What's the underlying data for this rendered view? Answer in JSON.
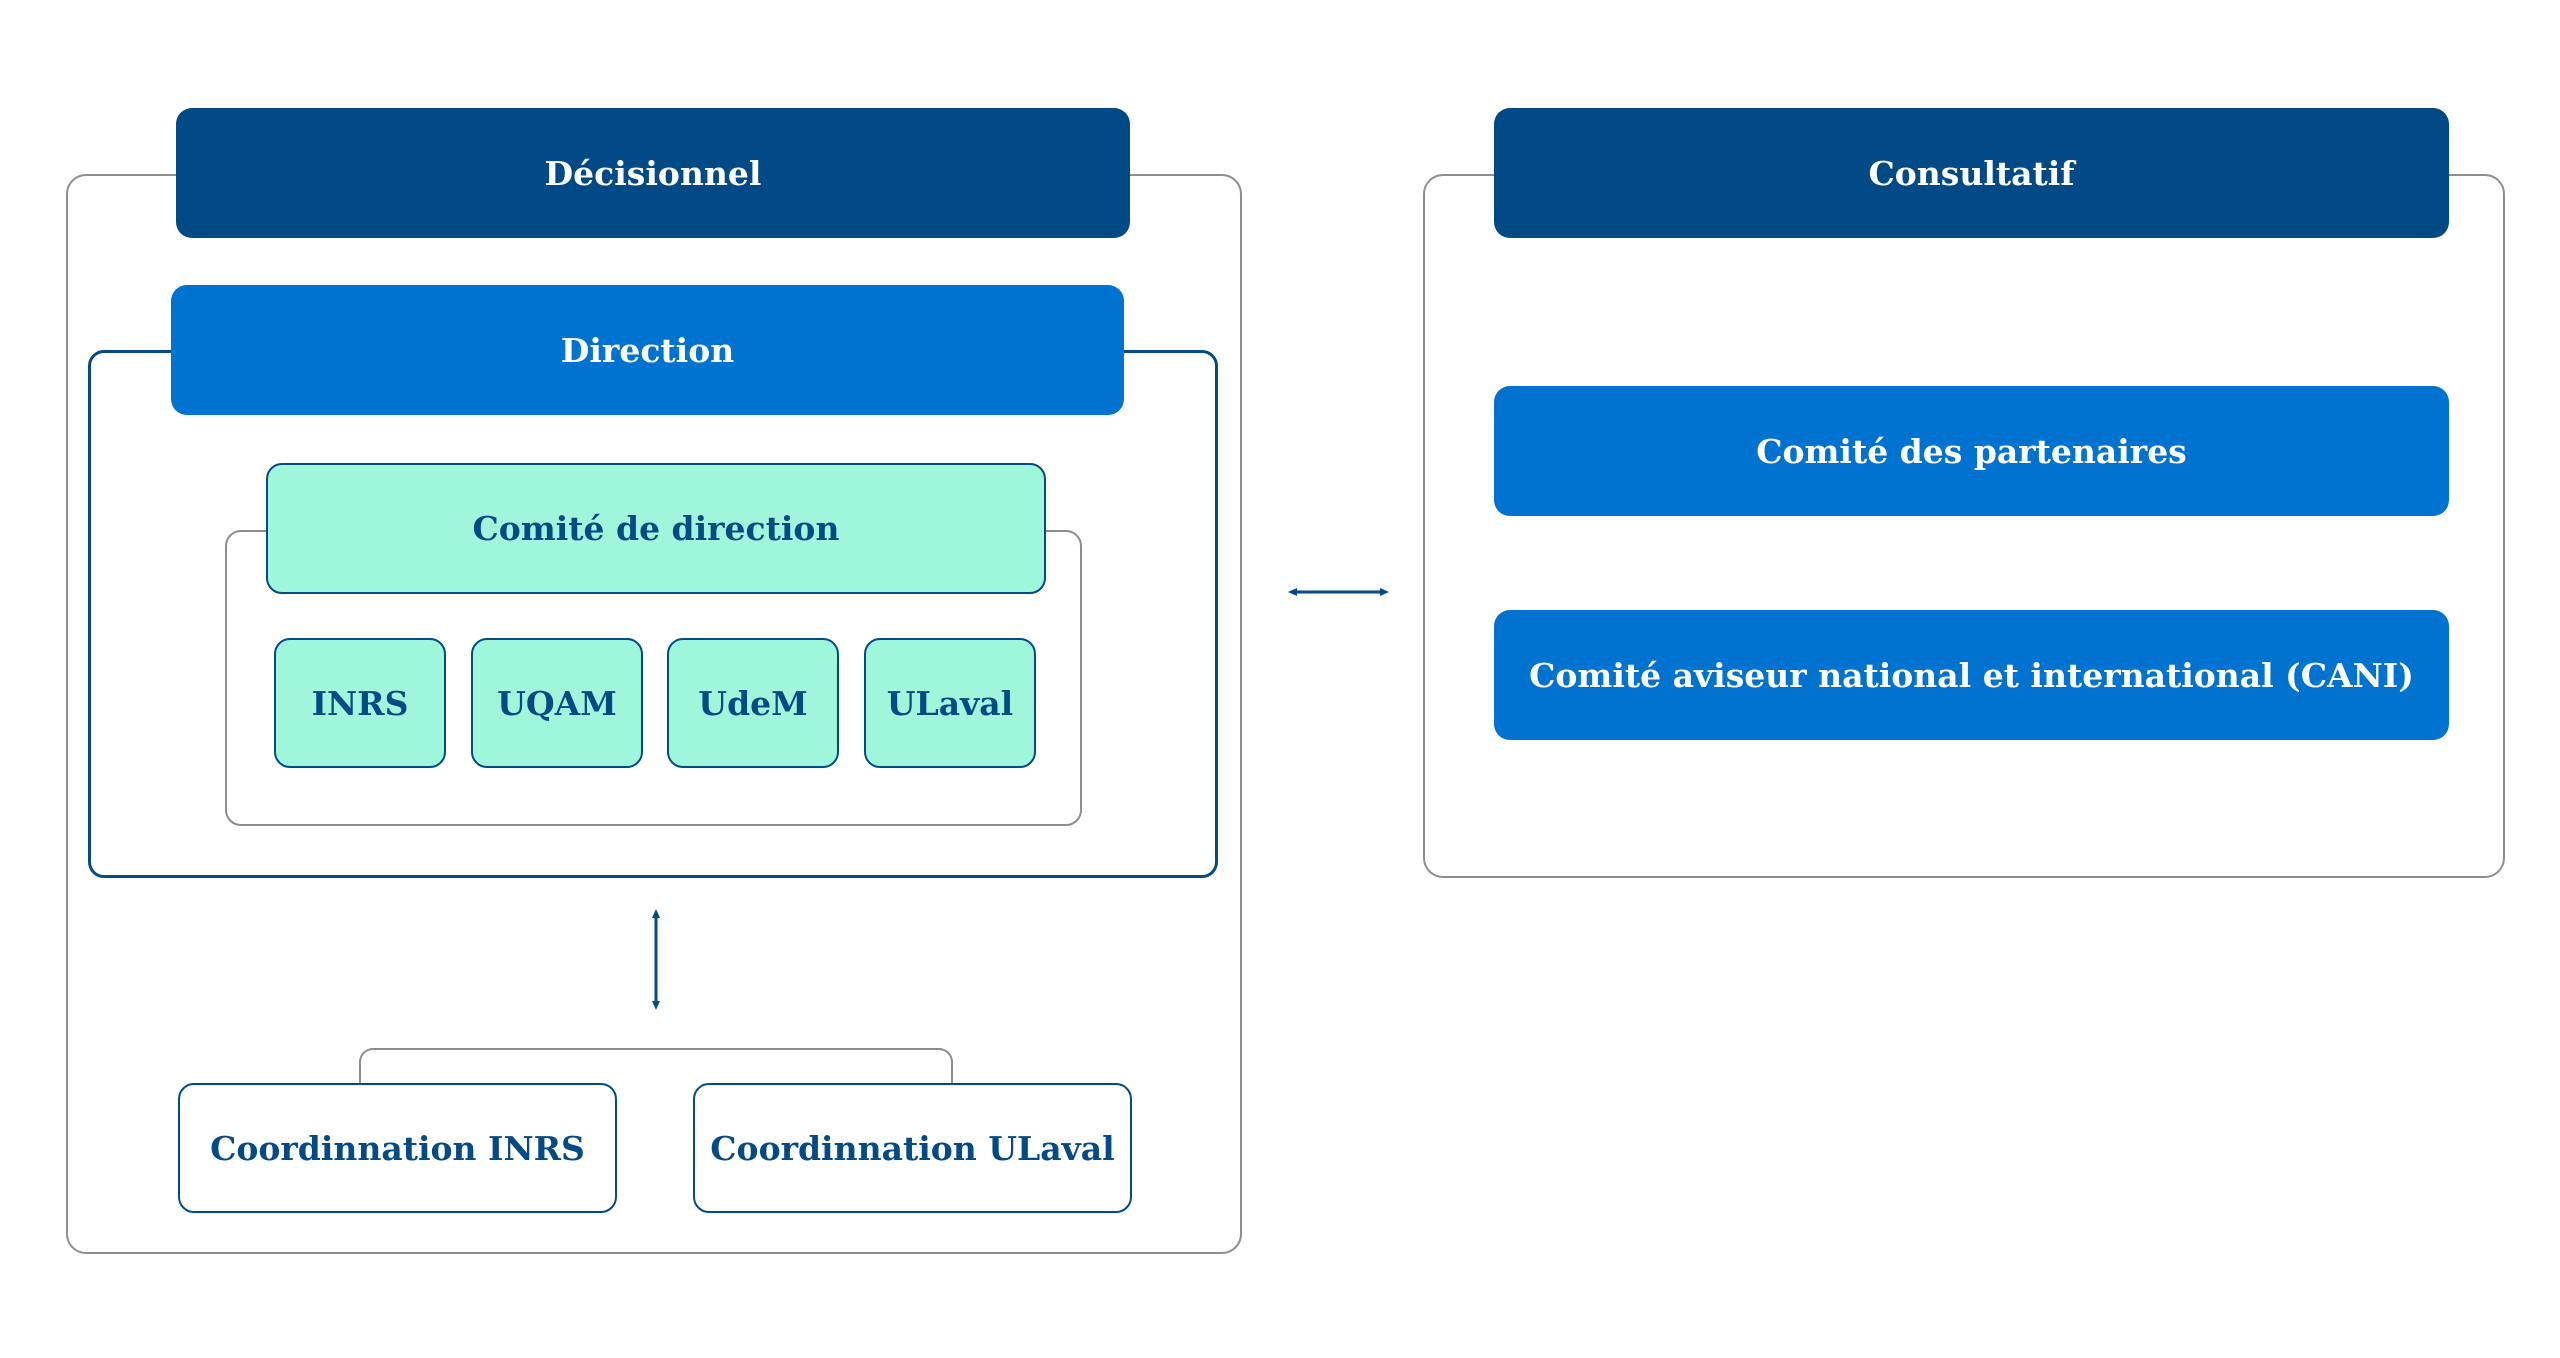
{
  "diagram": {
    "decisionnel": {
      "title": "Décisionnel",
      "direction": {
        "title": "Direction",
        "comite_direction": {
          "title": "Comité de direction",
          "members": [
            "INRS",
            "UQAM",
            "UdeM",
            "ULaval"
          ]
        }
      },
      "coordinations": [
        "Coordinnation INRS",
        "Coordinnation ULaval"
      ]
    },
    "consultatif": {
      "title": "Consultatif",
      "committees": [
        "Comité des partenaires",
        "Comité aviseur national et international (CANI)"
      ]
    }
  },
  "colors": {
    "dark_blue": "#024a85",
    "blue": "#0072cf",
    "mint": "#9ff7db",
    "border_gray": "#8e8e8e",
    "text_blue": "#044a85"
  }
}
